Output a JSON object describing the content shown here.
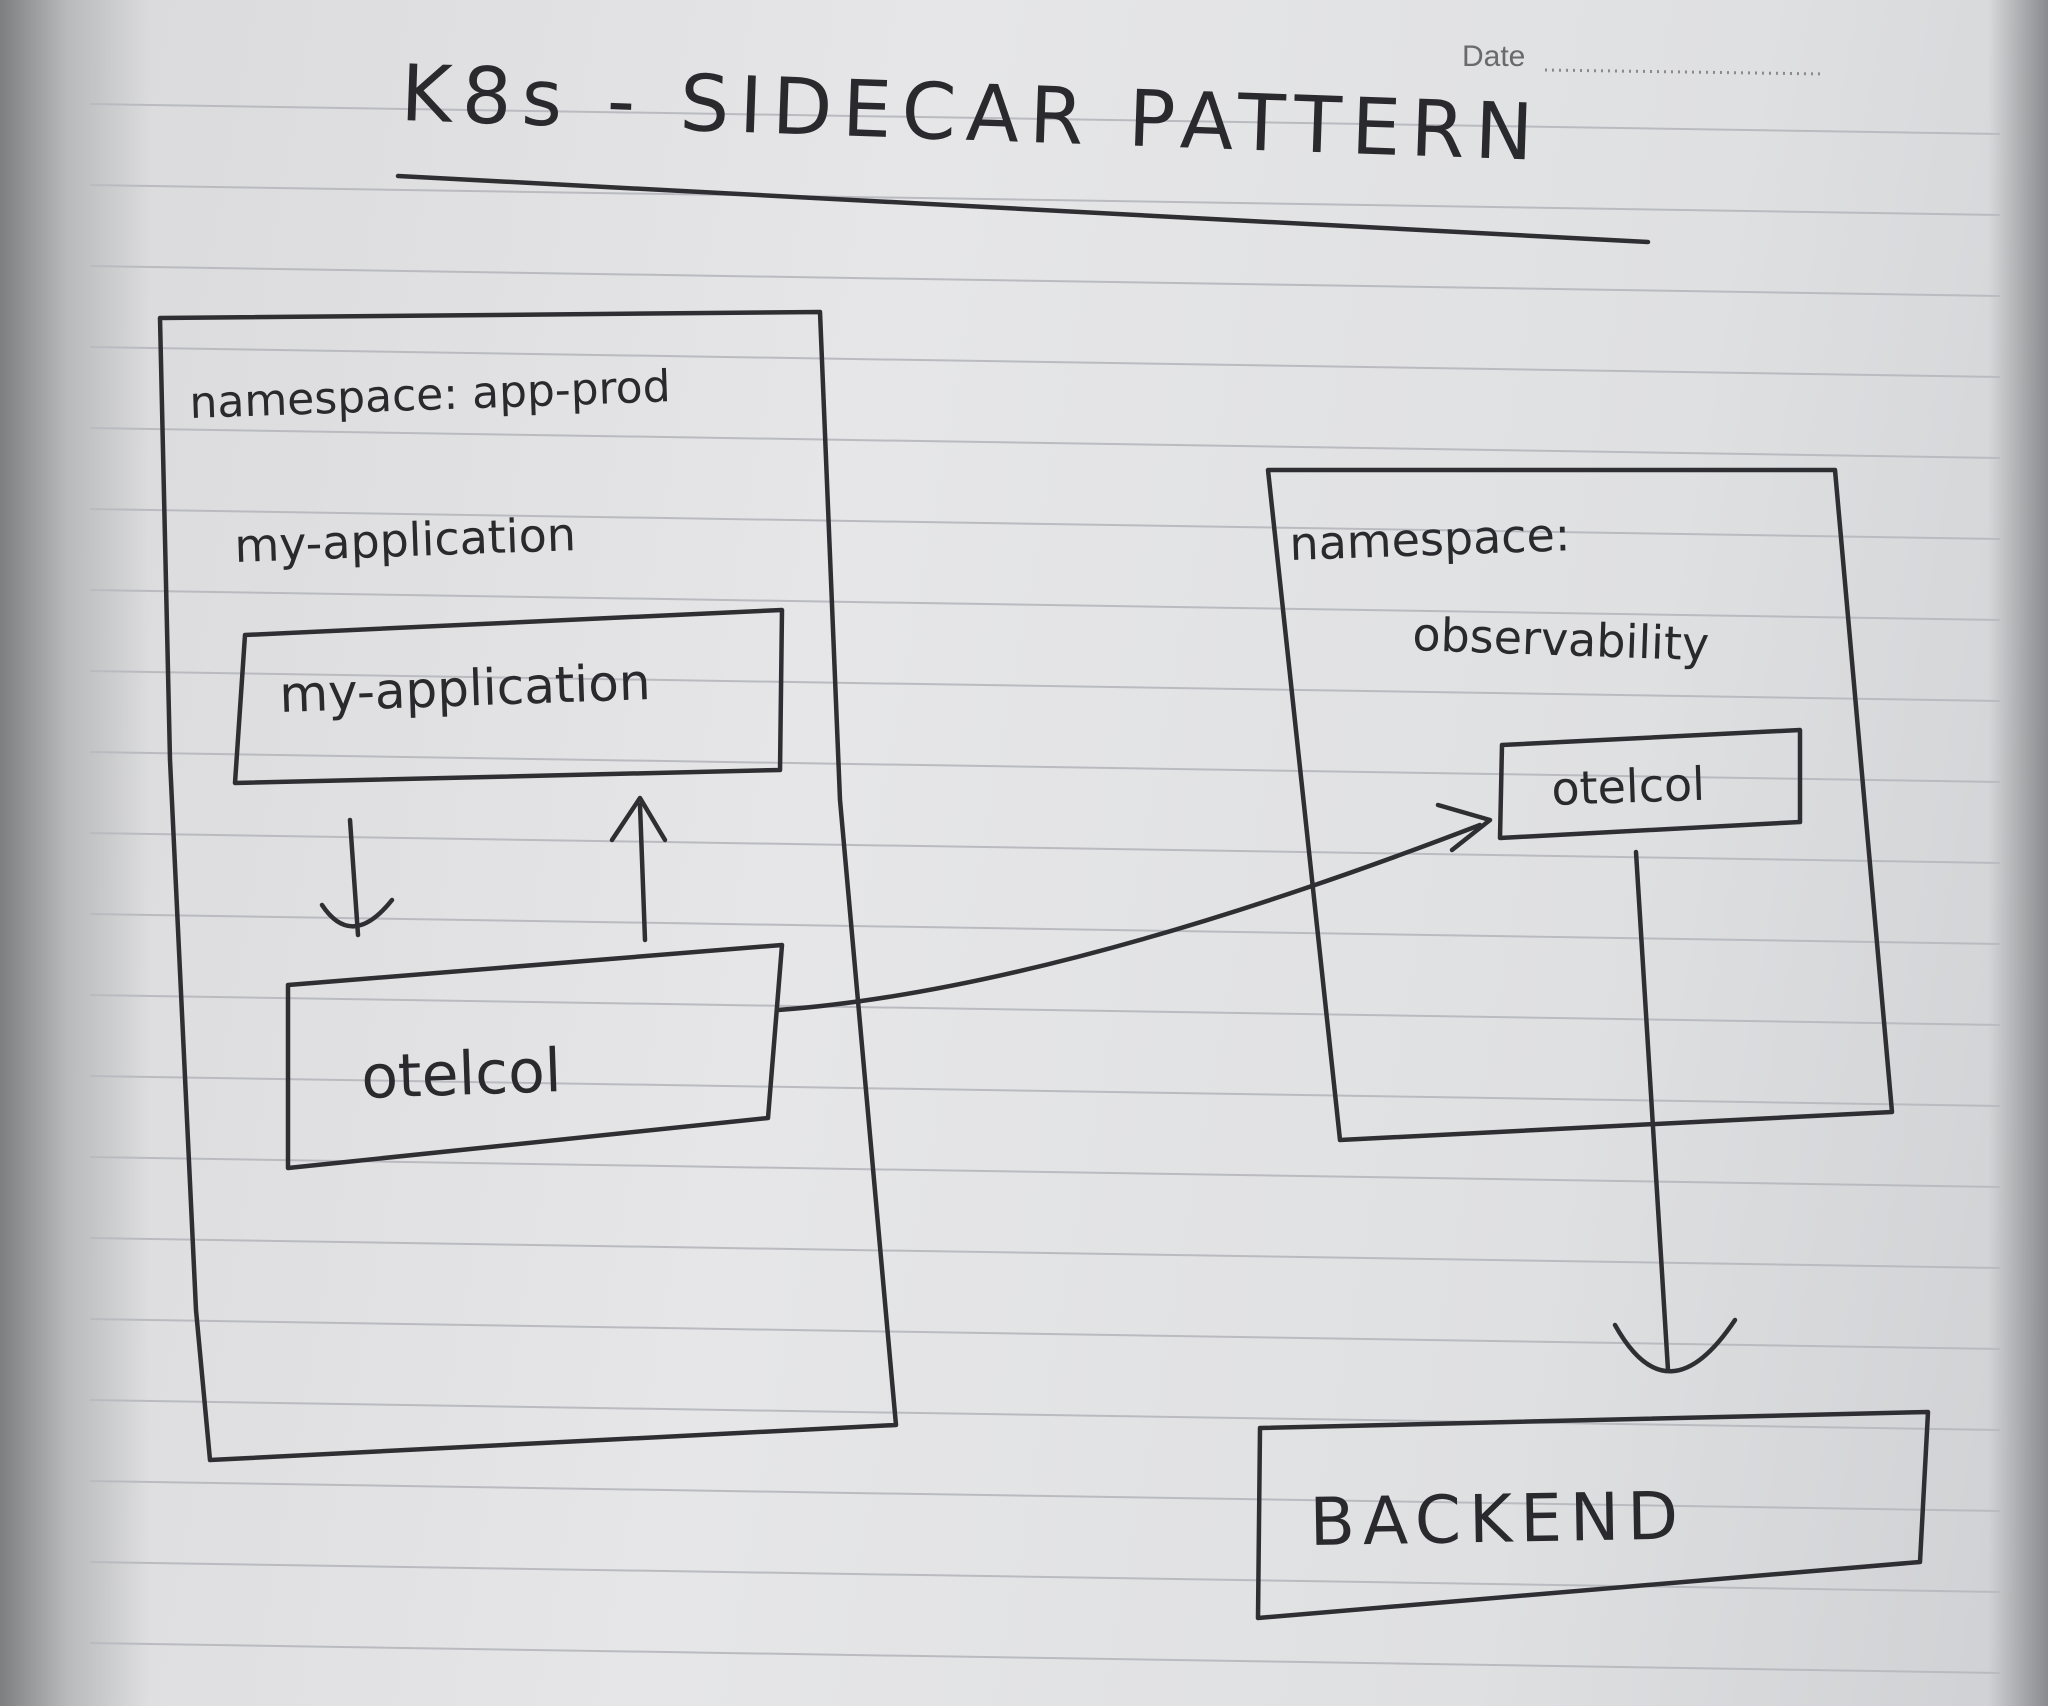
{
  "header": {
    "date_label": "Date"
  },
  "title": "K8s - SIDECAR PATTERN",
  "namespaces": {
    "app": {
      "label": "namespace: app-prod",
      "deployment_label": "my-application",
      "app_container": "my-application",
      "sidecar_collector": "otelcol"
    },
    "observability": {
      "label_line1": "namespace:",
      "label_line2": "observability",
      "collector": "otelcol"
    }
  },
  "backend": {
    "label": "BACKEND"
  },
  "colors": {
    "ink": "#2f2f33",
    "paper": "#e4e4e6",
    "rule": "#b9bbc0"
  }
}
